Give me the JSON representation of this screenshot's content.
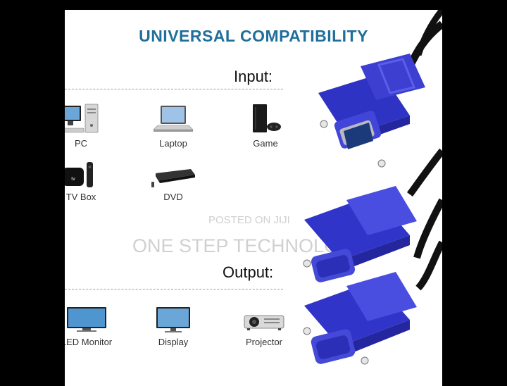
{
  "title": "UNIVERSAL COMPATIBILITY",
  "input": {
    "heading": "Input:",
    "devices": [
      {
        "label": "PC",
        "icon": "desktop-pc-icon"
      },
      {
        "label": "Laptop",
        "icon": "laptop-icon"
      },
      {
        "label": "Game",
        "icon": "game-console-icon"
      },
      {
        "label": "TV Box",
        "icon": "tv-box-icon"
      },
      {
        "label": "DVD",
        "icon": "dvd-player-icon"
      }
    ]
  },
  "output": {
    "heading": "Output:",
    "devices": [
      {
        "label": "LED Monitor",
        "icon": "led-monitor-icon"
      },
      {
        "label": "Display",
        "icon": "display-icon"
      },
      {
        "label": "Projector",
        "icon": "projector-icon"
      }
    ]
  },
  "watermark": {
    "line1": "POSTED ON JIJI",
    "line2": "ONE STEP TECHNOLOGY"
  },
  "colors": {
    "title": "#1f6f9a",
    "connector": "#3c3fd0",
    "cable": "#111111"
  }
}
